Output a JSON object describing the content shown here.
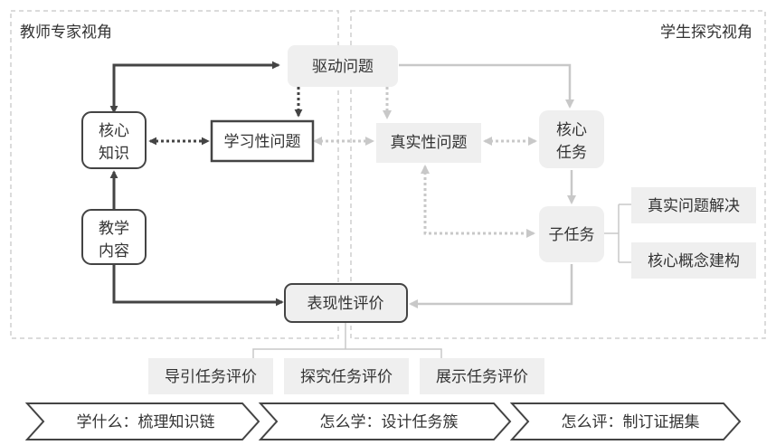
{
  "regions": {
    "teacher_title": "教师专家视角",
    "student_title": "学生探究视角"
  },
  "nodes": {
    "driving_question": "驱动问题",
    "core_knowledge_1": "核心",
    "core_knowledge_2": "知识",
    "learning_question": "学习性问题",
    "authentic_question": "真实性问题",
    "core_task_1": "核心",
    "core_task_2": "任务",
    "subtask": "子任务",
    "real_problem": "真实问题解决",
    "core_concept": "核心概念建构",
    "teaching_content_1": "教学",
    "teaching_content_2": "内容",
    "performance_eval": "表现性评价",
    "guide_eval": "导引任务评价",
    "explore_eval": "探究任务评价",
    "show_eval": "展示任务评价"
  },
  "steps": [
    "学什么：梳理知识链",
    "怎么学：设计任务簇",
    "怎么评：制订证据集"
  ],
  "colors": {
    "dark": "#444444",
    "light": "#c8c8c8",
    "box_fill_light": "#efefef",
    "dashed_border": "#cccccc"
  }
}
